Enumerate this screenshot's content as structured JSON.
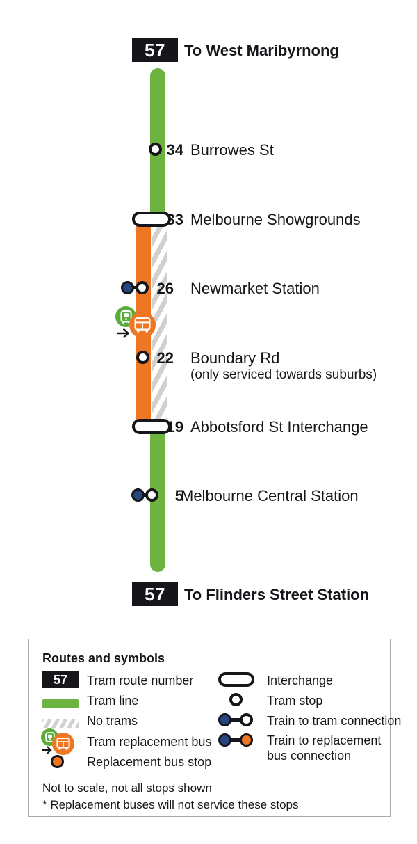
{
  "route": {
    "number": "57",
    "top_terminus": "To West Maribyrnong",
    "bottom_terminus": "To Flinders Street Station"
  },
  "stops": [
    {
      "number": "34",
      "name": "Burrowes St",
      "note": "",
      "marker": "tram-stop"
    },
    {
      "number": "33",
      "name": "Melbourne Showgrounds",
      "note": "",
      "marker": "interchange"
    },
    {
      "number": "26",
      "name": "Newmarket Station",
      "note": "",
      "marker": "train-to-tram"
    },
    {
      "number": "22",
      "name": "Boundary Rd",
      "note": "(only serviced towards suburbs)",
      "marker": "tram-stop"
    },
    {
      "number": "19",
      "name": "Abbotsford St Interchange",
      "note": "",
      "marker": "interchange"
    },
    {
      "number": "5",
      "name": "Melbourne Central Station",
      "note": "",
      "marker": "train-to-tram"
    }
  ],
  "legend": {
    "title": "Routes and symbols",
    "left_items": [
      {
        "symbol": "route-badge",
        "label": "Tram route number",
        "badge": "57"
      },
      {
        "symbol": "green-bar",
        "label": "Tram line"
      },
      {
        "symbol": "hatch-bar",
        "label": "No trams"
      },
      {
        "symbol": "replacement-bus-icon",
        "label": "Tram replacement bus"
      },
      {
        "symbol": "orange-dot",
        "label": "Replacement bus stop"
      }
    ],
    "right_items": [
      {
        "symbol": "interchange",
        "label": "Interchange"
      },
      {
        "symbol": "tram-stop",
        "label": "Tram stop"
      },
      {
        "symbol": "train-to-tram",
        "label": "Train to tram connection"
      },
      {
        "symbol": "train-to-bus",
        "label": "Train to replacement",
        "label_line2": "bus connection"
      }
    ],
    "footnotes": [
      "Not to scale, not all stops shown",
      "* Replacement buses will not service these stops"
    ]
  },
  "colors": {
    "tram_green": "#6cb33f",
    "replacement_orange": "#ef7622",
    "train_blue": "#27457e",
    "badge_black": "#16161a",
    "hatch_grey": "#d0d0d0"
  }
}
